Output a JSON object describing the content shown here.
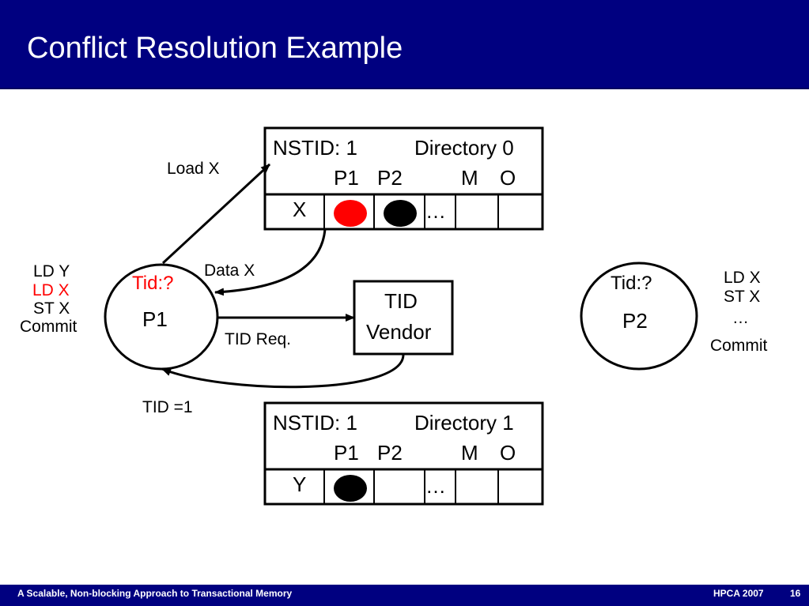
{
  "slide": {
    "title": "Conflict Resolution Example",
    "footer_left": "A Scalable, Non-blocking Approach to Transactional Memory",
    "footer_conf": "HPCA 2007",
    "footer_page": "16"
  },
  "directories": [
    {
      "nstid": "NSTID: 1",
      "name": "Directory 0",
      "headers": [
        "P1",
        "P2",
        "M",
        "O"
      ],
      "row_label": "X",
      "ellipsis": "…",
      "p1_mark": "red",
      "p2_mark": "black"
    },
    {
      "nstid": "NSTID: 1",
      "name": "Directory 1",
      "headers": [
        "P1",
        "P2",
        "M",
        "O"
      ],
      "row_label": "Y",
      "ellipsis": "…",
      "p1_mark": "black",
      "p2_mark": "none"
    }
  ],
  "processors": [
    {
      "name": "P1",
      "tid": "Tid:?",
      "ops": [
        "LD Y",
        "LD X",
        "ST X",
        "Commit"
      ],
      "highlighted_op": "LD X"
    },
    {
      "name": "P2",
      "tid": "Tid:?",
      "ops": [
        "LD X",
        "ST X",
        "…",
        "Commit"
      ]
    }
  ],
  "vendor": {
    "line1": "TID",
    "line2": "Vendor"
  },
  "arrows": {
    "load": "Load X",
    "data": "Data X",
    "tid_req": "TID Req.",
    "tid_resp": "TID =1"
  },
  "colors": {
    "accent": "#000080",
    "highlight": "#ff0000",
    "mark_red": "#ff0000",
    "mark_black": "#000000"
  }
}
